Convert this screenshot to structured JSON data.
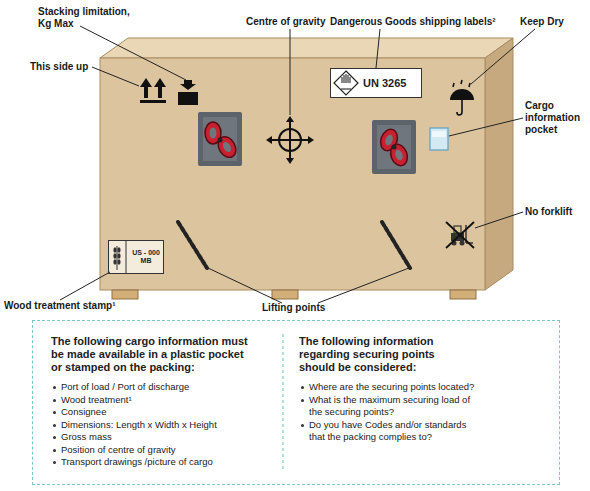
{
  "diagram": {
    "nodes": [
      {
        "text": [
          "UN 3265"
        ]
      },
      {
        "text": [
          "US - 000 MB"
        ]
      },
      {
        "text": [
          "The following cargo information must be made available in a plastic pocket or stamped on the packing:",
          "Port of load / Port of discharge",
          "Wood treatment¹",
          "Consignee",
          "Dimensions: Length x Width x Height",
          "Gross mass",
          "Position of centre of gravity",
          "Transport drawings /picture of cargo",
          "The following information regarding securing points should be considered:",
          "Where are the securing points located?",
          "What is the maximum securing load of the securing points?",
          "Do you have Codes and/or standards that the packing complies to?"
        ]
      }
    ],
    "labels": [
      "Stacking limitation, Kg Max",
      "Centre of gravity",
      "Dangerous Goods shipping labels²",
      "Keep Dry",
      "This side up",
      "Cargo information pocket",
      "No forklift",
      "Wood treatment stamp¹",
      "Lifting points"
    ]
  }
}
